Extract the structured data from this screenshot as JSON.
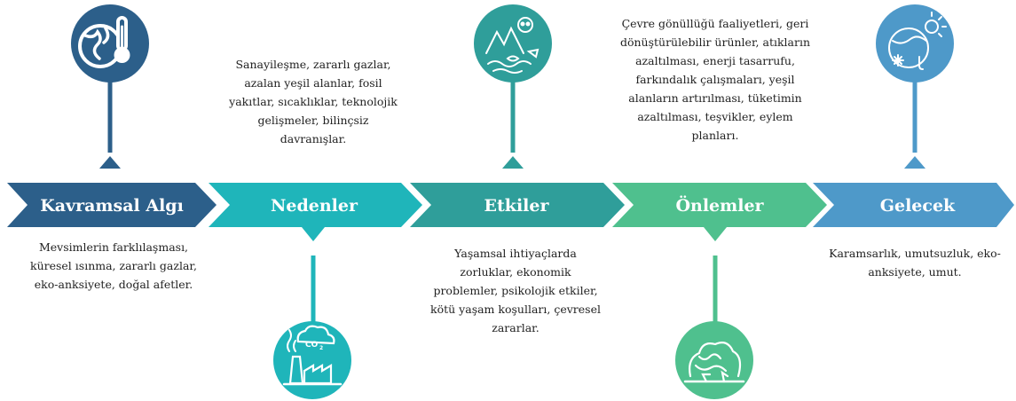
{
  "colors": {
    "step1": "#2c5f8a",
    "step2": "#1fb5ba",
    "step3": "#2f9e9a",
    "step4": "#4fc08e",
    "step5": "#4e99c9"
  },
  "steps": [
    {
      "label": "Kavramsal Algı",
      "description": "Mevsimlerin farklılaşması,\nküresel ısınma, zararlı gazlar,\neko-anksiyete, doğal afetler.",
      "icon": "earth-thermometer-icon"
    },
    {
      "label": "Nedenler",
      "description": "Sanayileşme, zararlı gazlar,\nazalan yeşil alanlar, fosil\nyakıtlar, sıcaklıklar, teknolojik\ngelişmeler, bilinçsiz\ndavranışlar.",
      "icon": "factory-co2-icon"
    },
    {
      "label": "Etkiler",
      "description": "Yaşamsal ihtiyaçlarda\nzorluklar, ekonomik\nproblemler, psikolojik etkiler,\nkötü yaşam koşulları, çevresel\nzararlar.",
      "icon": "polluted-nature-icon"
    },
    {
      "label": "Önlemler",
      "description": "Çevre gönüllüğü faaliyetleri, geri\ndönüştürülebilir ürünler, atıkların\nazaltılması, enerji tasarrufu,\nfarkındalık çalışmaları, yeşil\nalanların artırılması, tüketimin\nazaltılması,  teşvikler, eylem\nplanları.",
      "icon": "green-earth-icon"
    },
    {
      "label": "Gelecek",
      "description": "Karamsarlık, umutsuzluk, eko-\nanksiyete, umut.",
      "icon": "climate-globe-icon"
    }
  ]
}
